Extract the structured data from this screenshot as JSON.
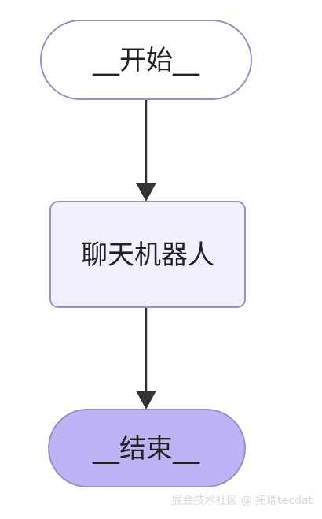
{
  "diagram": {
    "type": "flowchart",
    "nodes": [
      {
        "id": "start",
        "label": "__开始__",
        "shape": "stadium"
      },
      {
        "id": "chatbot",
        "label": "聊天机器人",
        "shape": "rectangle"
      },
      {
        "id": "end",
        "label": "__结束__",
        "shape": "stadium"
      }
    ],
    "edges": [
      {
        "from": "start",
        "to": "chatbot"
      },
      {
        "from": "chatbot",
        "to": "end"
      }
    ],
    "colors": {
      "start_fill": "#ffffff",
      "start_stroke": "#9a90c8",
      "chatbot_fill": "#f2f0ff",
      "chatbot_stroke": "#9a90c8",
      "end_fill": "#bdb3f5",
      "end_stroke": "#9a90c8",
      "edge": "#333333"
    }
  },
  "watermark": "掘金技术社区 @ 拓端tecdat"
}
